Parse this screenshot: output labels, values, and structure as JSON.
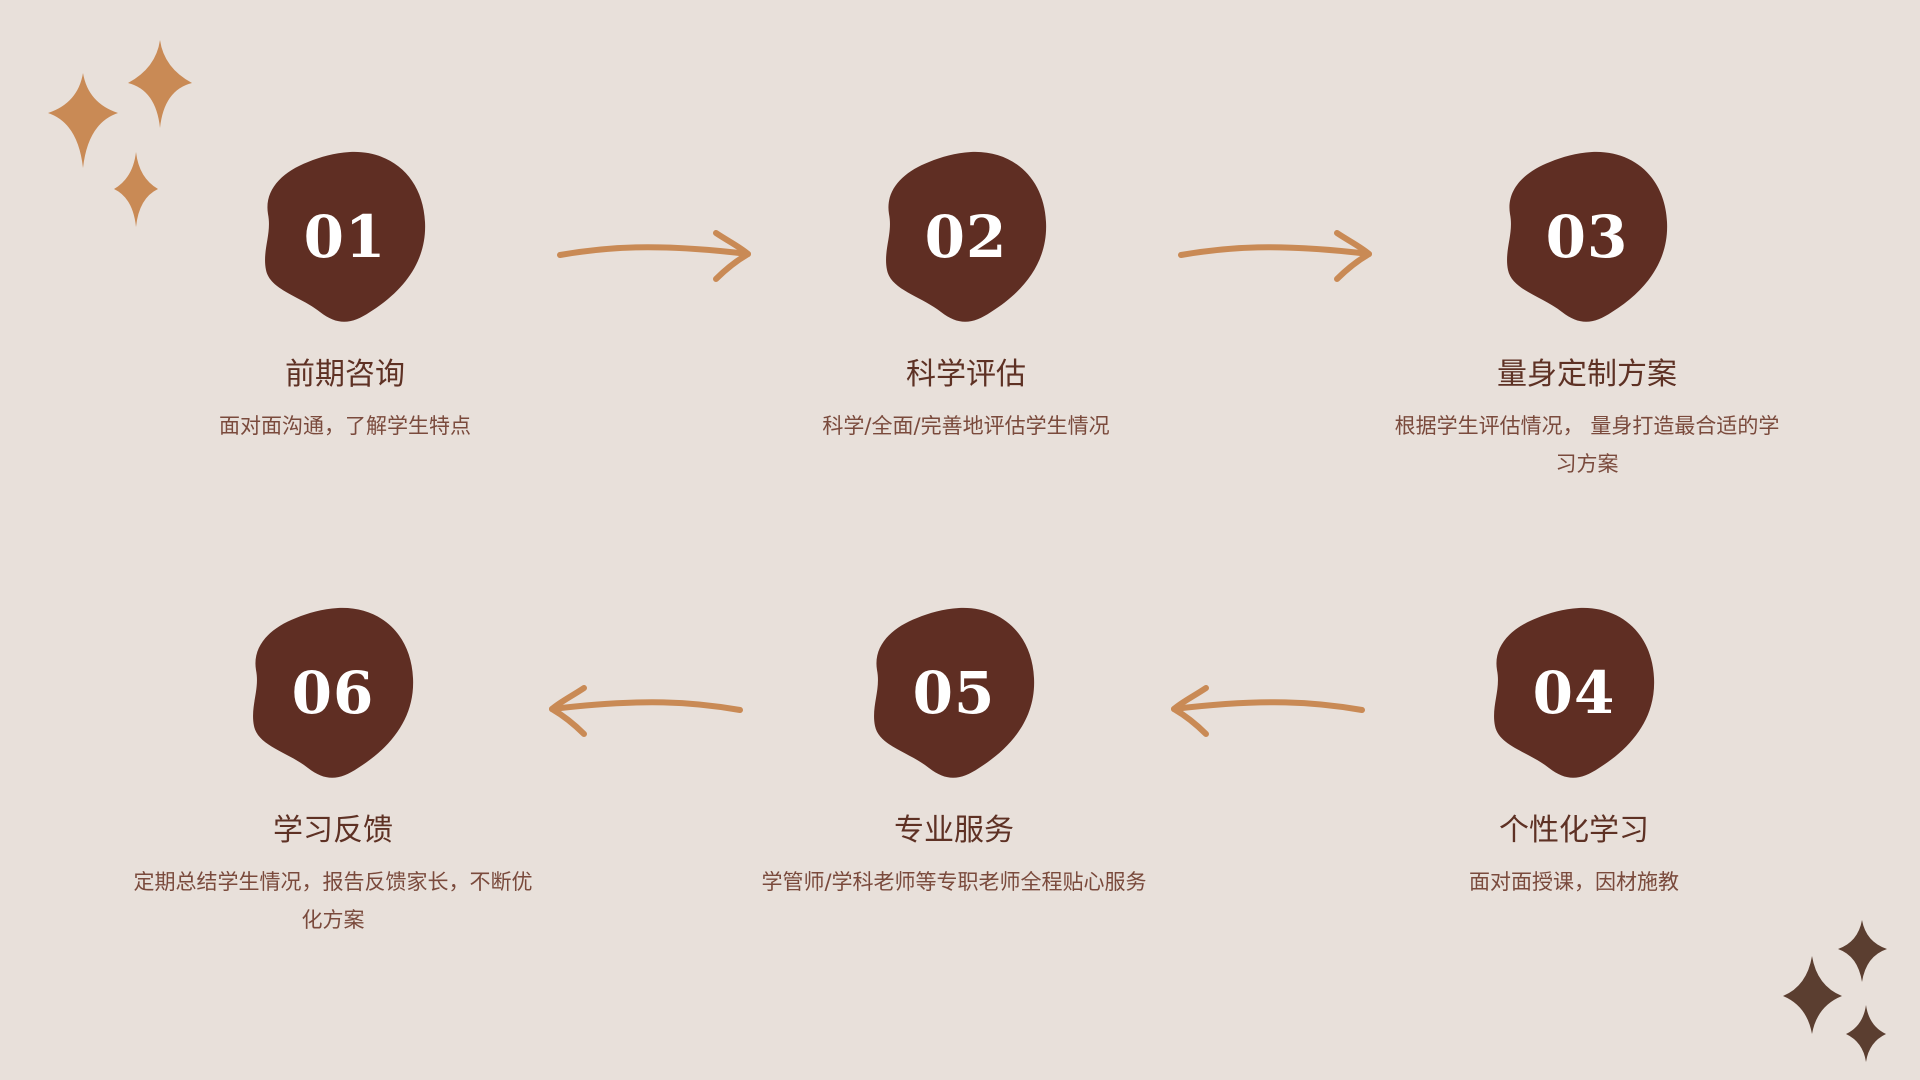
{
  "colors": {
    "background": "#e8e0da",
    "blob": "#5f2e23",
    "arrow": "#c98a55",
    "sparkle_top": "#c98a55",
    "sparkle_bottom": "#5b3e30",
    "title": "#5e3124",
    "description": "#7a4a3c"
  },
  "steps": [
    {
      "number": "01",
      "title": "前期咨询",
      "description": "面对面沟通，了解学生特点"
    },
    {
      "number": "02",
      "title": "科学评估",
      "description": "科学/全面/完善地评估学生情况"
    },
    {
      "number": "03",
      "title": "量身定制方案",
      "description": "根据学生评估情况， 量身打造最合适的学习方案"
    },
    {
      "number": "04",
      "title": "个性化学习",
      "description": "面对面授课，因材施教"
    },
    {
      "number": "05",
      "title": "专业服务",
      "description": "学管师/学科老师等专职老师全程贴心服务"
    },
    {
      "number": "06",
      "title": "学习反馈",
      "description": "定期总结学生情况，报告反馈家长，不断优化方案"
    }
  ],
  "arrows": [
    {
      "from": "01",
      "to": "02",
      "direction": "right"
    },
    {
      "from": "02",
      "to": "03",
      "direction": "right"
    },
    {
      "from": "04",
      "to": "05",
      "direction": "left"
    },
    {
      "from": "05",
      "to": "06",
      "direction": "left"
    }
  ],
  "decorations": [
    "sparkle-cluster-top-left",
    "sparkle-cluster-bottom-right"
  ]
}
